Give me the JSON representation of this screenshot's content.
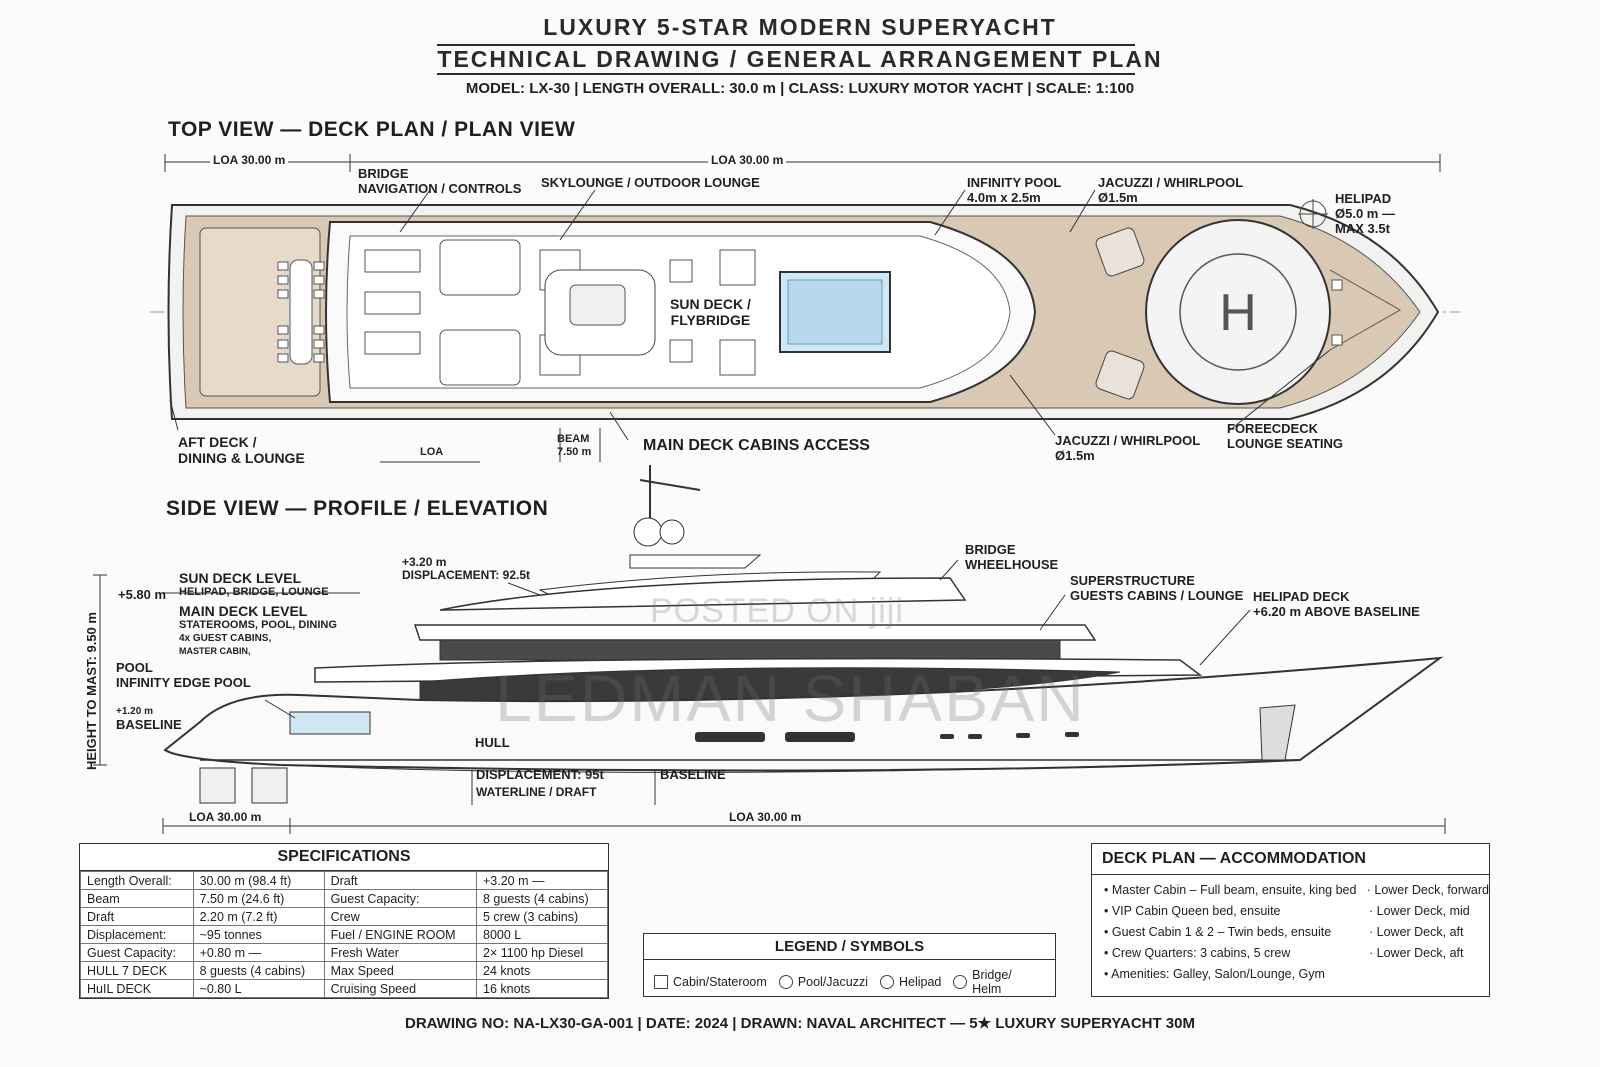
{
  "header": {
    "title": "LUXURY 5-STAR MODERN SUPERYACHT",
    "subtitle": "TECHNICAL DRAWING / GENERAL ARRANGEMENT PLAN",
    "meta": "MODEL: LX-30  |  LENGTH OVERALL: 30.0 m  |  CLASS: LUXURY MOTOR YACHT  |  SCALE: 1:100"
  },
  "top_view": {
    "heading": "TOP VIEW — DECK PLAN / PLAN VIEW",
    "dim_left": "LOA 30.00 m",
    "dim_main": "LOA 30.00 m",
    "bridge": [
      "BRIDGE",
      "NAVIGATION / CONTROLS"
    ],
    "skylounge": "SKYLOUNGE / OUTDOOR LOUNGE",
    "infinity_pool": [
      "INFINITY POOL",
      "4.0m x 2.5m"
    ],
    "jacuzzi_top": [
      "JACUZZI / WHIRLPOOL",
      "Ø1.5m"
    ],
    "helipad": [
      "HELIPAD",
      "Ø5.0 m —",
      "MAX 3.5t"
    ],
    "sun_deck": [
      "SUN DECK /",
      "FLYBRIDGE"
    ],
    "aft_deck": [
      "AFT DECK /",
      "DINING & LOUNGE"
    ],
    "loa_small": "LOA",
    "beam": [
      "BEAM",
      "7.50 m"
    ],
    "main_deck_access": "MAIN DECK CABINS ACCESS",
    "jacuzzi_bottom": [
      "JACUZZI / WHIRLPOOL",
      "Ø1.5m"
    ],
    "foredeck": [
      "FOREECDECK",
      "LOUNGE SEATING"
    ]
  },
  "side_view": {
    "heading": "SIDE VIEW — PROFILE / ELEVATION",
    "height_to_mast": "HEIGHT TO MAST: 9.50 m",
    "level_580": "+5.80 m",
    "sun_deck_level": [
      "SUN DECK LEVEL",
      "HELIPAD, BRIDGE, LOUNGE"
    ],
    "main_deck_level": [
      "MAIN DECK LEVEL",
      "STATEROOMS, POOL, DINING",
      "4x GUEST CABINS,",
      "MASTER CABIN,"
    ],
    "pool": [
      "POOL",
      "INFINITY EDGE POOL"
    ],
    "level_120": "+1.20 m",
    "baseline_left": "BASELINE",
    "level_320": [
      "+3.20 m",
      "DISPLACEMENT: 92.5t"
    ],
    "bridge": [
      "BRIDGE",
      "WHEELHOUSE"
    ],
    "superstructure": [
      "SUPERSTRUCTURE",
      "GUESTS CABINS / LOUNGE"
    ],
    "helipad_deck": [
      "HELIPAD DECK",
      "+6.20 m ABOVE BASELINE"
    ],
    "hull": "HULL",
    "displacement": "DISPLACEMENT: 95t",
    "waterline": "WATERLINE / DRAFT",
    "baseline": "BASELINE",
    "dim_left": "LOA 30.00 m",
    "dim_main": "LOA 30.00 m"
  },
  "watermark": {
    "line1": "POSTED ON jiji",
    "line2": "LEDMAN SHABAN"
  },
  "specifications": {
    "title": "SPECIFICATIONS",
    "rows": [
      [
        "Length Overall:",
        "30.00 m (98.4 ft)",
        "Draft",
        "+3.20 m —"
      ],
      [
        "Beam",
        "7.50 m (24.6 ft)",
        "Guest Capacity:",
        "8 guests (4 cabins)"
      ],
      [
        "Draft",
        "2.20 m (7.2 ft)",
        "Crew",
        "5 crew (3 cabins)"
      ],
      [
        "Displacement:",
        "~95 tonnes",
        "Fuel / ENGINE ROOM",
        "8000 L"
      ],
      [
        "Guest Capacity:",
        "+0.80 m —",
        "Fresh Water",
        "2× 1100 hp Diesel"
      ],
      [
        "HULL 7 DECK",
        "8 guests (4 cabins)",
        "Max Speed",
        "24 knots"
      ],
      [
        "HuIL DECK",
        "~0.80 L",
        "Cruising Speed",
        "16 knots"
      ]
    ]
  },
  "legend": {
    "title": "LEGEND / SYMBOLS",
    "items": [
      "Cabin/Stateroom",
      "Pool/Jacuzzi",
      "Helipad",
      "Bridge/ Helm"
    ]
  },
  "accommodation": {
    "title": "DECK PLAN — ACCOMMODATION",
    "rows": [
      [
        "• Master Cabin – Full beam, ensuite, king bed",
        "· Lower Deck, forward"
      ],
      [
        "• VIP Cabin        Queen bed, ensuite",
        "· Lower Deck, mid"
      ],
      [
        "• Guest Cabin 1 & 2 – Twin beds, ensuite",
        "· Lower Deck, aft"
      ],
      [
        "• Crew Quarters: 3 cabins, 5 crew",
        "· Lower Deck, aft"
      ],
      [
        "• Amenities:  Galley, Salon/Lounge, Gym",
        ""
      ]
    ]
  },
  "footer": "DRAWING NO: NA-LX30-GA-001  |  DATE: 2024  |  DRAWN: NAVAL ARCHITECT — 5★ LUXURY SUPERYACHT 30M"
}
